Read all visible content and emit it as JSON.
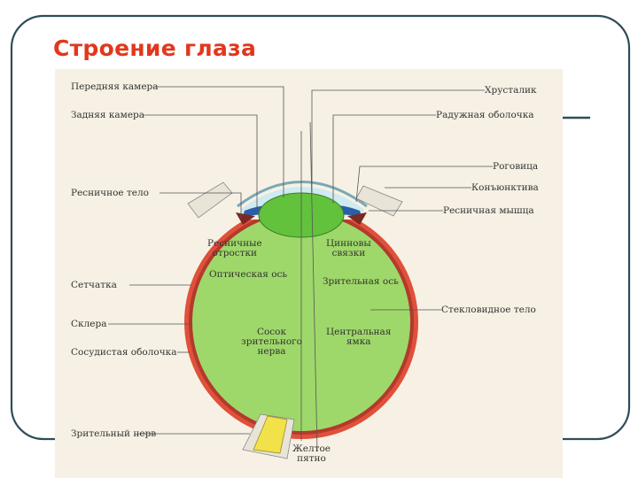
{
  "slide": {
    "title": "Строение глаза",
    "title_color": "#e2371c",
    "frame_color": "#2f4d59"
  },
  "diagram": {
    "labels": {
      "anterior_chamber": "Передняя камера",
      "posterior_chamber": "Задняя камера",
      "ciliary_body": "Ресничное тело",
      "retina": "Сетчатка",
      "sclera": "Склера",
      "choroid": "Сосудистая оболочка",
      "optic_nerve": "Зрительный нерв",
      "lens": "Хрусталик",
      "iris": "Радужная оболочка",
      "cornea": "Роговица",
      "conjunctiva": "Конъюнктива",
      "ciliary_muscle": "Ресничная мышца",
      "ciliary_processes_1": "Ресничные",
      "ciliary_processes_2": "отростки",
      "zonule_1": "Цинновы",
      "zonule_2": "связки",
      "optical_axis": "Оптическая ось",
      "visual_axis": "Зрительная ось",
      "vitreous_body": "Стекловидное тело",
      "optic_disc_1": "Сосок",
      "optic_disc_2": "зрительного",
      "optic_disc_3": "нерва",
      "fovea_1": "Центральная",
      "fovea_2": "ямка",
      "macula_1": "Желтое",
      "macula_2": "пятно"
    },
    "colors": {
      "vitreous": "#9fd86a",
      "lens": "#62c23c",
      "sclera": "#e0503a",
      "choroid": "#b23a2c",
      "iris": "#2a5fa8",
      "cornea": "#cfeaf0",
      "nerve": "#f2e24a",
      "background": "#f6f1e4"
    }
  }
}
